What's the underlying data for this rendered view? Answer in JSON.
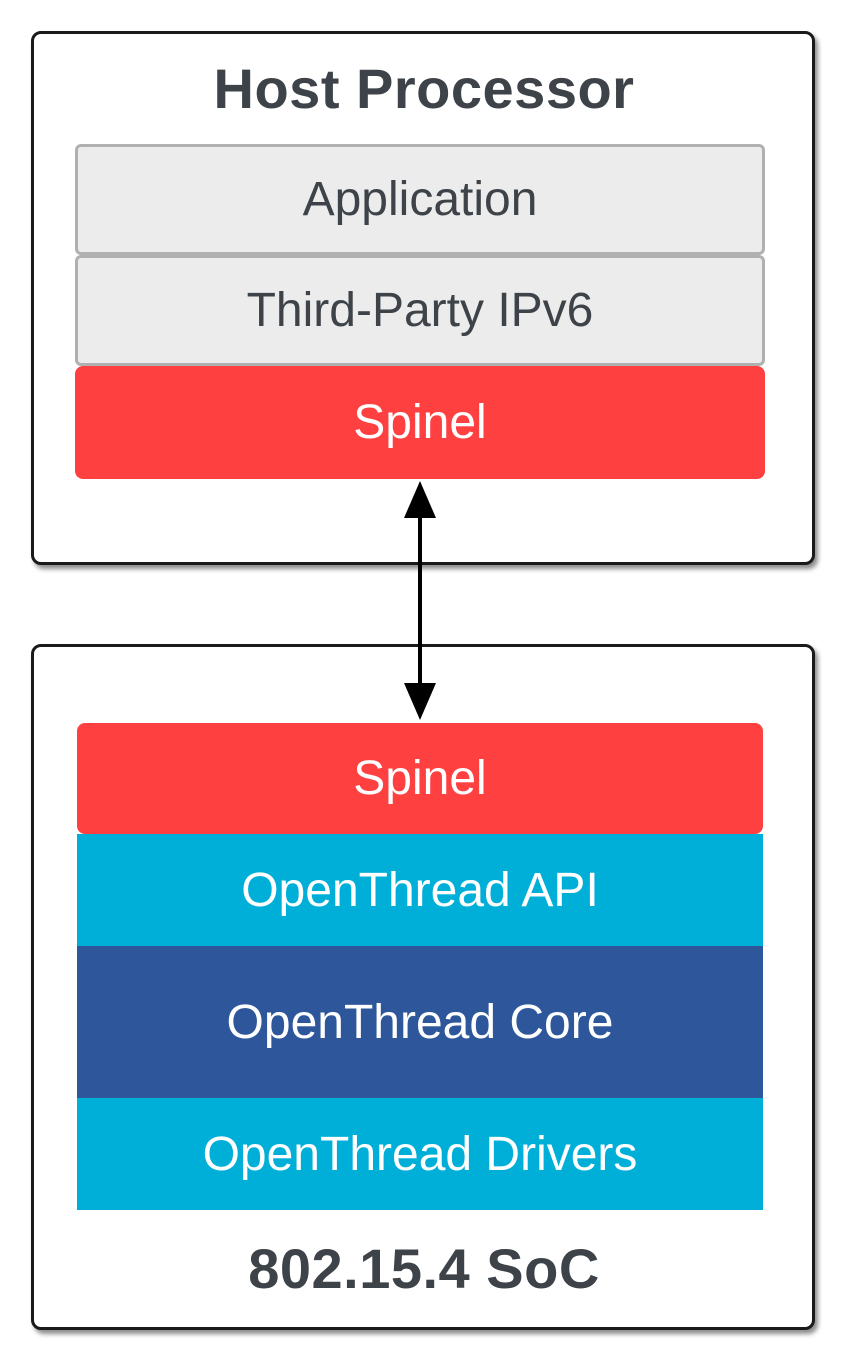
{
  "host": {
    "title": "Host Processor",
    "layers": {
      "application": "Application",
      "ipv6": "Third-Party IPv6",
      "spinel": "Spinel"
    }
  },
  "soc": {
    "title": "802.15.4 SoC",
    "layers": {
      "spinel": "Spinel",
      "api": "OpenThread API",
      "core": "OpenThread Core",
      "drivers": "OpenThread Drivers"
    }
  },
  "colors": {
    "spinel": "#ff4040",
    "openthread_light": "#00afd8",
    "openthread_dark": "#2d579a",
    "gray_layer": "#ececec",
    "title_text": "#3d4348"
  }
}
